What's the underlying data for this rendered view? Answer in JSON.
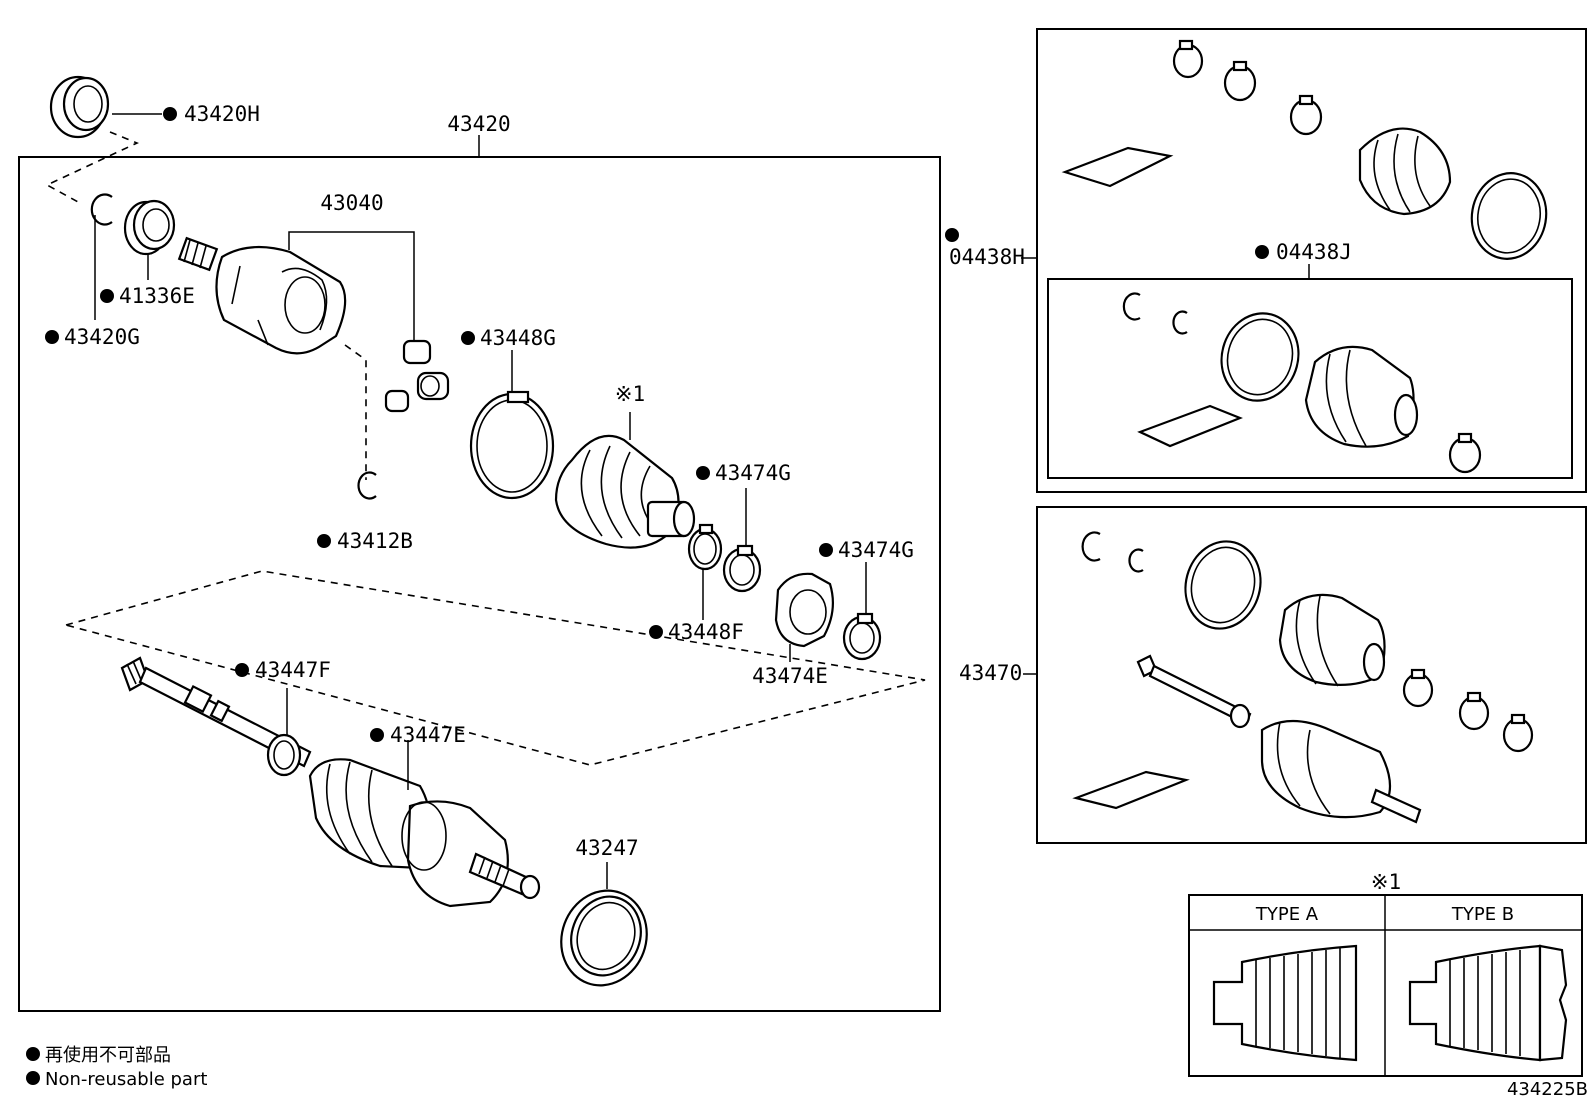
{
  "diagram_id": "434225B",
  "assembly_label": "43420",
  "kit_labels": {
    "upper": "04438H",
    "inner": "04438J",
    "lower": "43470"
  },
  "parts": [
    {
      "number": "43420H",
      "non_reusable": true
    },
    {
      "number": "43420G",
      "non_reusable": true
    },
    {
      "number": "41336E",
      "non_reusable": true
    },
    {
      "number": "43040",
      "non_reusable": false
    },
    {
      "number": "43412B",
      "non_reusable": true
    },
    {
      "number": "43448G",
      "non_reusable": true
    },
    {
      "number": "43474G",
      "non_reusable": true
    },
    {
      "number": "43474G",
      "non_reusable": true
    },
    {
      "number": "43448F",
      "non_reusable": true
    },
    {
      "number": "43474E",
      "non_reusable": false
    },
    {
      "number": "43447F",
      "non_reusable": true
    },
    {
      "number": "43447E",
      "non_reusable": true
    },
    {
      "number": "43247",
      "non_reusable": false
    }
  ],
  "note_mark": "※1",
  "type_table": {
    "mark": "※1",
    "type_a": "TYPE A",
    "type_b": "TYPE B"
  },
  "legend": {
    "line_ja": "再使用不可部品",
    "line_en": "Non-reusable part"
  }
}
